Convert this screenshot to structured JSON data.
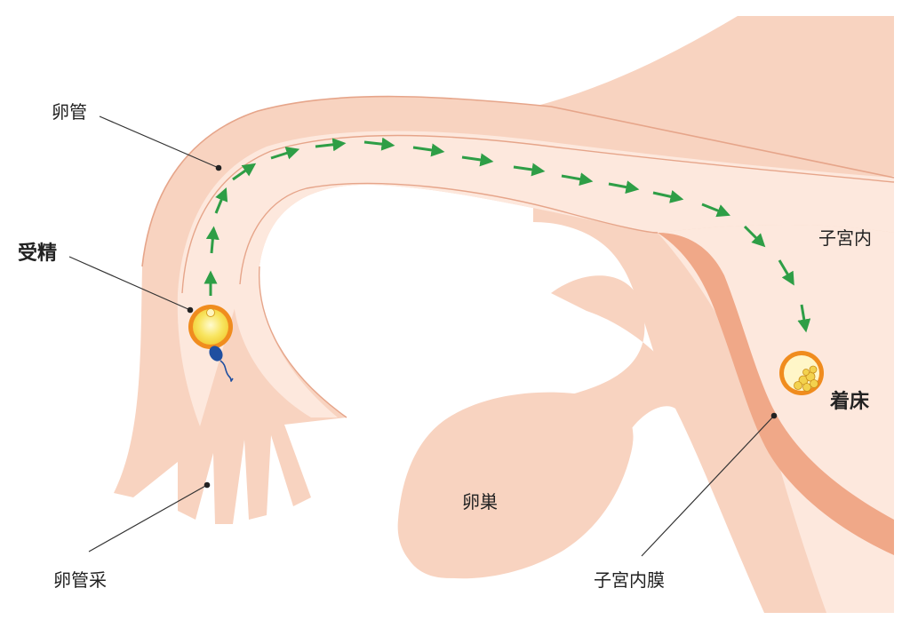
{
  "labels": {
    "fallopian_tube": "卵管",
    "fertilization": "受精",
    "fimbriae": "卵管采",
    "ovary": "卵巣",
    "uterine_cavity": "子宮内",
    "implantation": "着床",
    "endometrium": "子宮内膜"
  },
  "colors": {
    "tissue": "#f8d3c0",
    "tissue_dark": "#efb89f",
    "lumen": "#fde8dd",
    "endometrium": "#f0a888",
    "outline": "#e6a58a",
    "arrow": "#2e9e46",
    "egg_fill": "#f6e05a",
    "egg_ring": "#f08c1e",
    "sperm": "#1f4fa0",
    "leader": "#333333"
  },
  "icons": {
    "egg": "fertilized-egg-icon",
    "sperm": "sperm-icon",
    "blastocyst": "blastocyst-icon"
  }
}
